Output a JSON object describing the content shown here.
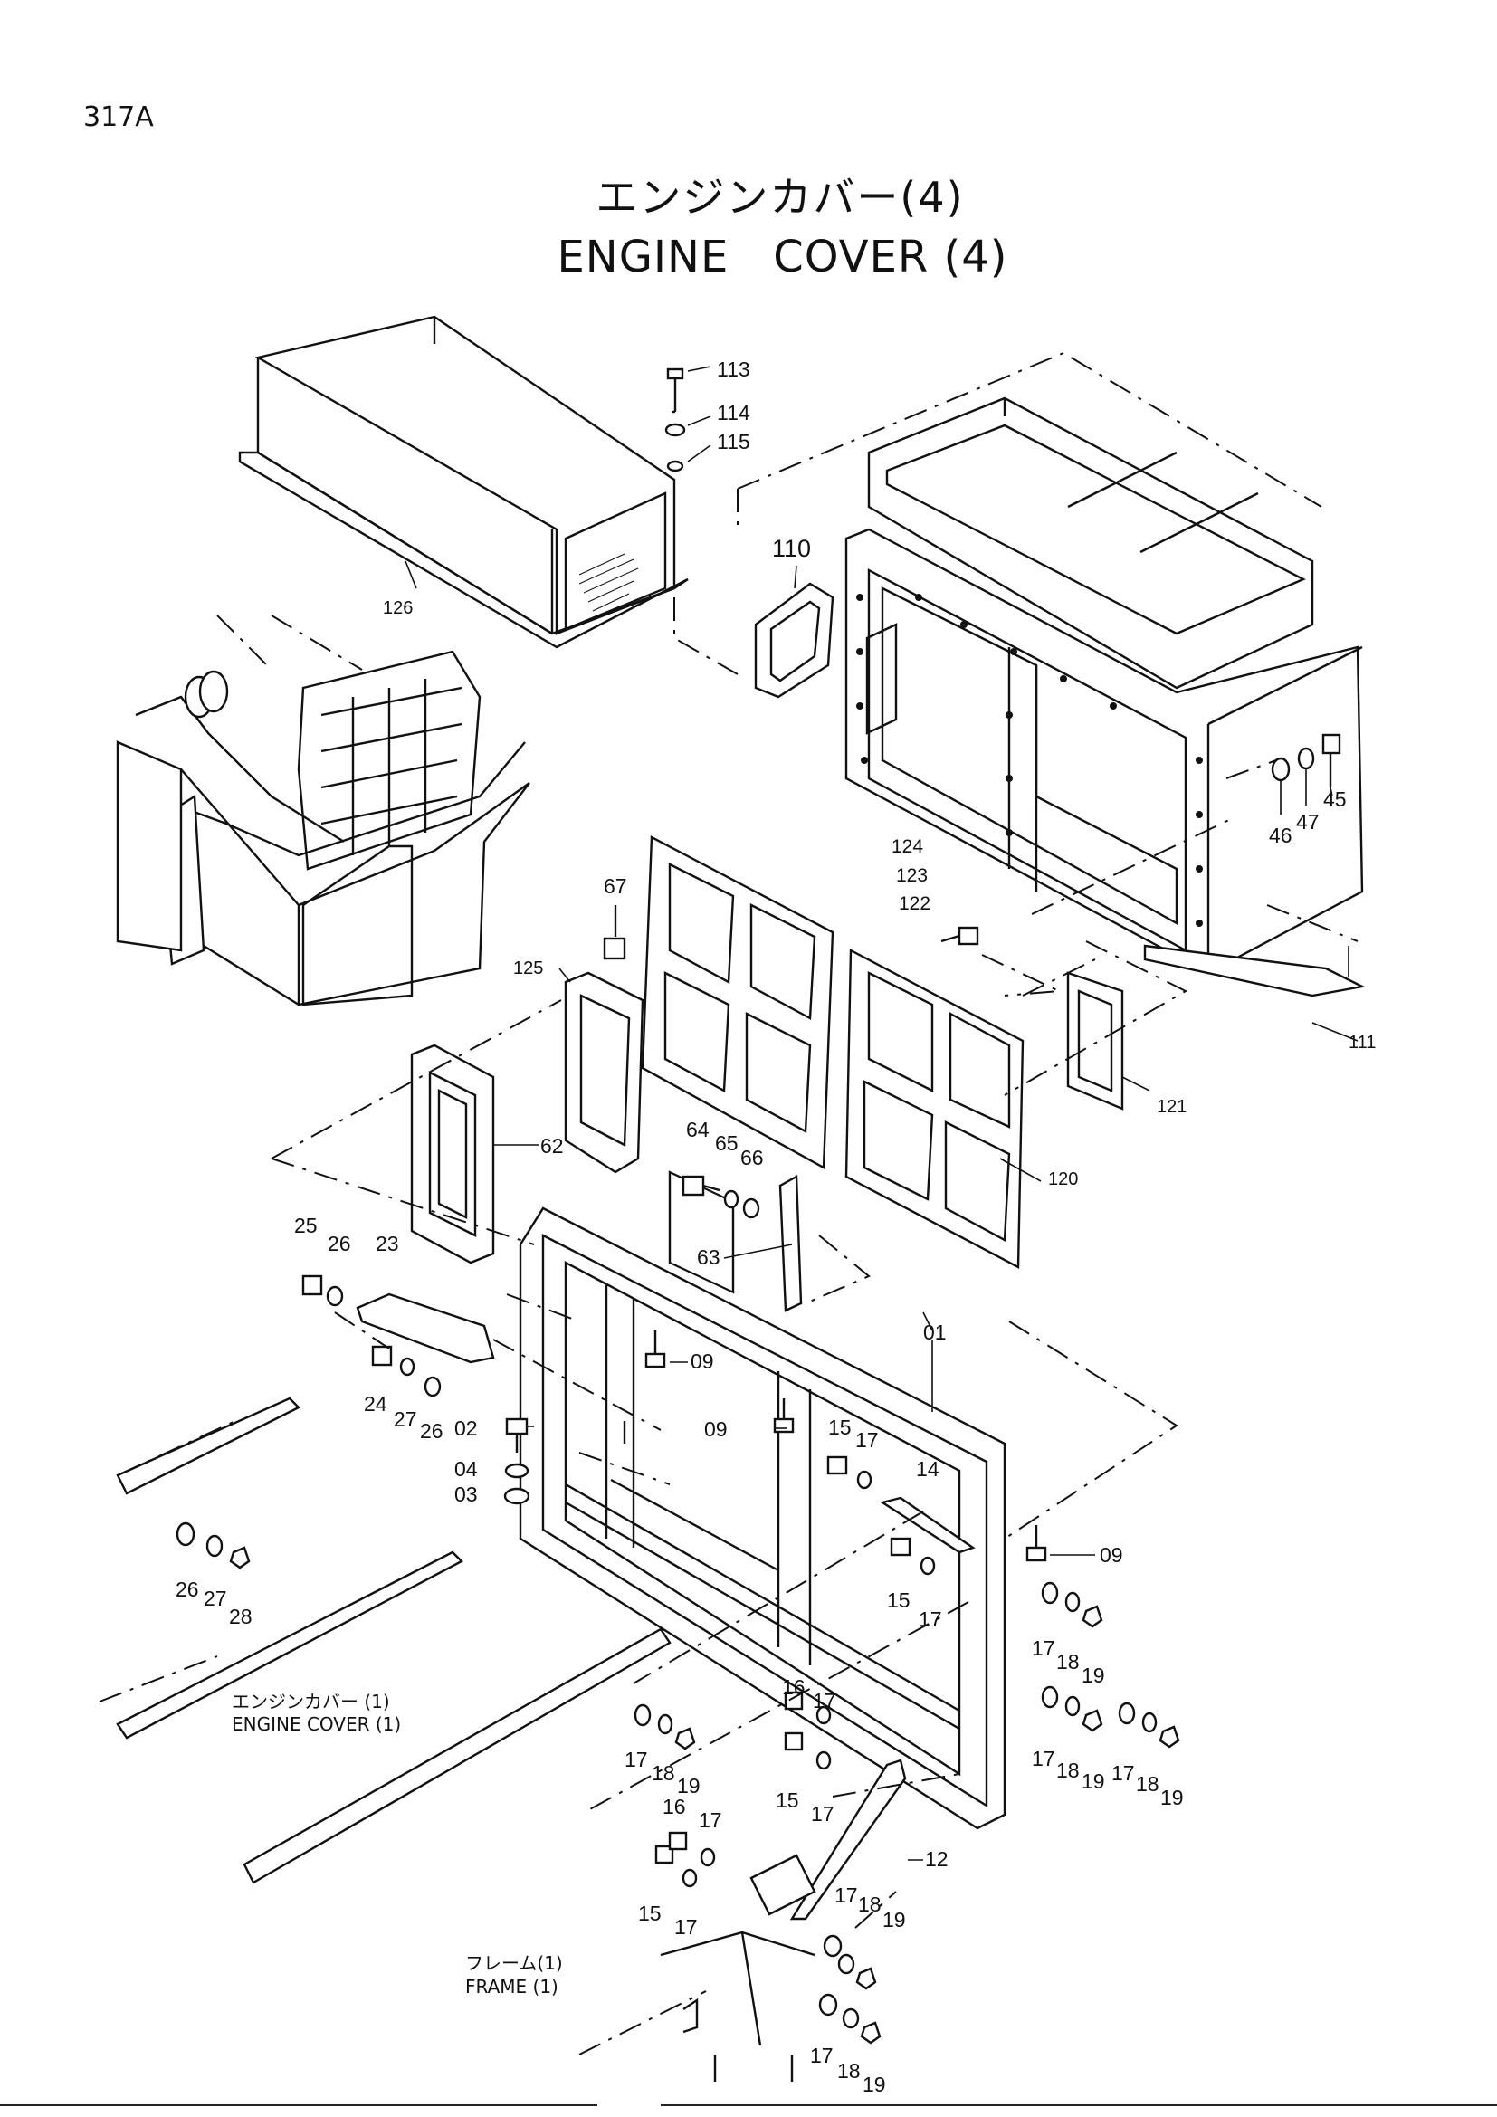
{
  "page_number": "317A",
  "title": {
    "japanese": "エンジンカバー(4)",
    "english": "ENGINE　COVER (4)"
  },
  "references": {
    "engine_cover_1_jp": "エンジンカバー (1)",
    "engine_cover_1_en": "ENGINE  COVER (1)",
    "frame_1_jp": "フレーム(1)",
    "frame_1_en": "FRAME (1)"
  },
  "callouts": [
    "113",
    "114",
    "115",
    "110",
    "126",
    "124",
    "123",
    "122",
    "45",
    "47",
    "46",
    "111",
    "67",
    "125",
    "121",
    "120",
    "62",
    "64",
    "65",
    "66",
    "63",
    "25",
    "26",
    "23",
    "01",
    "09",
    "24",
    "27",
    "26",
    "02",
    "04",
    "03",
    "09",
    "15",
    "17",
    "14",
    "09",
    "26",
    "27",
    "28",
    "15",
    "17",
    "17",
    "18",
    "19",
    "16",
    "17",
    "17",
    "18",
    "19",
    "15",
    "17",
    "17",
    "18",
    "19",
    "17",
    "18",
    "19",
    "16",
    "17",
    "12",
    "15",
    "17",
    "17",
    "18",
    "19",
    "17",
    "18",
    "19"
  ]
}
